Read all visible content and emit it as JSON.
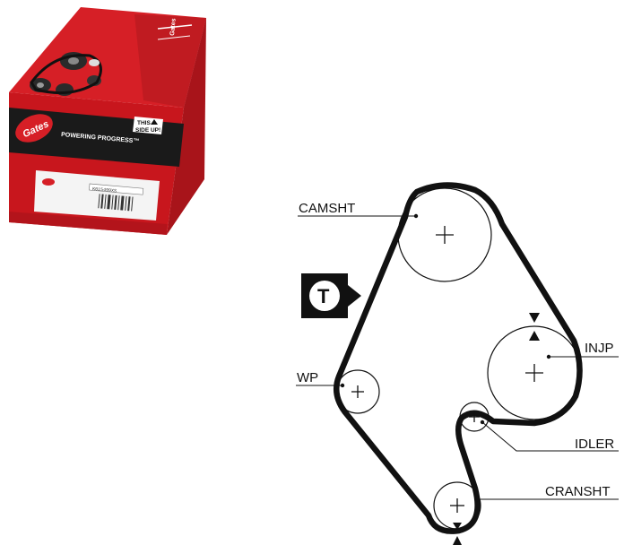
{
  "product_box": {
    "brand_logo": "Gates",
    "slogan": "POWERING PROGRESS™",
    "side_up_line1": "THIS",
    "side_up_line2": "SIDE UP!",
    "label_code": "K015499XS",
    "colors": {
      "red": "#d61f26",
      "dark_red": "#a8141a",
      "black": "#1a1a1a"
    }
  },
  "diagram": {
    "labels": {
      "camshaft": "CAMSHT",
      "water_pump": "WP",
      "injection_pump": "INJP",
      "idler": "IDLER",
      "crankshaft": "CRANSHT",
      "tensioner": "T"
    },
    "icons": [
      "plus-icon",
      "triangle-marker-icon",
      "tensioner-arrow-icon"
    ],
    "colors": {
      "belt": "#111111",
      "label": "#111111"
    }
  }
}
